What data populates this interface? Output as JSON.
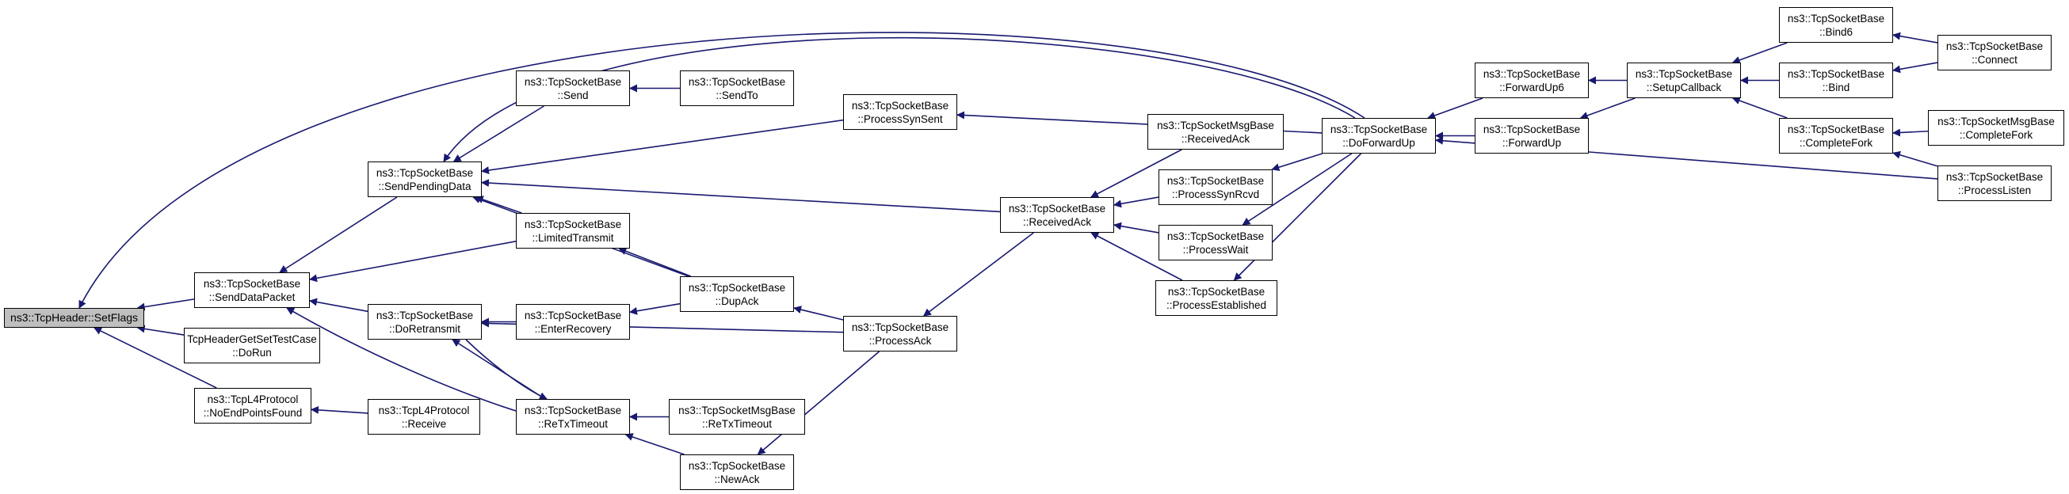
{
  "colors": {
    "edge": "#191970",
    "node_border": "#000000",
    "root_fill": "#bfbfbf",
    "node_fill": "#ffffff"
  },
  "nodes": {
    "setflags": {
      "lines": [
        "ns3::TcpHeader::SetFlags"
      ]
    },
    "senddatapacket": {
      "lines": [
        "ns3::TcpSocketBase",
        "::SendDataPacket"
      ]
    },
    "getset": {
      "lines": [
        "TcpHeaderGetSetTestCase",
        "::DoRun"
      ]
    },
    "noendpoints": {
      "lines": [
        "ns3::TcpL4Protocol",
        "::NoEndPointsFound"
      ]
    },
    "sendpending": {
      "lines": [
        "ns3::TcpSocketBase",
        "::SendPendingData"
      ]
    },
    "doretransmit": {
      "lines": [
        "ns3::TcpSocketBase",
        "::DoRetransmit"
      ]
    },
    "l4receive": {
      "lines": [
        "ns3::TcpL4Protocol",
        "::Receive"
      ]
    },
    "send": {
      "lines": [
        "ns3::TcpSocketBase",
        "::Send"
      ]
    },
    "limited": {
      "lines": [
        "ns3::TcpSocketBase",
        "::LimitedTransmit"
      ]
    },
    "enterrecovery": {
      "lines": [
        "ns3::TcpSocketBase",
        "::EnterRecovery"
      ]
    },
    "retxtimeout": {
      "lines": [
        "ns3::TcpSocketBase",
        "::ReTxTimeout"
      ]
    },
    "sendto": {
      "lines": [
        "ns3::TcpSocketBase",
        "::SendTo"
      ]
    },
    "dupack": {
      "lines": [
        "ns3::TcpSocketBase",
        "::DupAck"
      ]
    },
    "msgretx": {
      "lines": [
        "ns3::TcpSocketMsgBase",
        "::ReTxTimeout"
      ]
    },
    "newack": {
      "lines": [
        "ns3::TcpSocketBase",
        "::NewAck"
      ]
    },
    "synsent": {
      "lines": [
        "ns3::TcpSocketBase",
        "::ProcessSynSent"
      ]
    },
    "processack": {
      "lines": [
        "ns3::TcpSocketBase",
        "::ProcessAck"
      ]
    },
    "receivedack": {
      "lines": [
        "ns3::TcpSocketBase",
        "::ReceivedAck"
      ]
    },
    "msgreceived": {
      "lines": [
        "ns3::TcpSocketMsgBase",
        "::ReceivedAck"
      ]
    },
    "synrcvd": {
      "lines": [
        "ns3::TcpSocketBase",
        "::ProcessSynRcvd"
      ]
    },
    "wait": {
      "lines": [
        "ns3::TcpSocketBase",
        "::ProcessWait"
      ]
    },
    "established": {
      "lines": [
        "ns3::TcpSocketBase",
        "::ProcessEstablished"
      ]
    },
    "doforwardup": {
      "lines": [
        "ns3::TcpSocketBase",
        "::DoForwardUp"
      ]
    },
    "forwardup6": {
      "lines": [
        "ns3::TcpSocketBase",
        "::ForwardUp6"
      ]
    },
    "forwardup": {
      "lines": [
        "ns3::TcpSocketBase",
        "::ForwardUp"
      ]
    },
    "setupcallback": {
      "lines": [
        "ns3::TcpSocketBase",
        "::SetupCallback"
      ]
    },
    "bind6": {
      "lines": [
        "ns3::TcpSocketBase",
        "::Bind6"
      ]
    },
    "bind": {
      "lines": [
        "ns3::TcpSocketBase",
        "::Bind"
      ]
    },
    "completefork": {
      "lines": [
        "ns3::TcpSocketBase",
        "::CompleteFork"
      ]
    },
    "connect": {
      "lines": [
        "ns3::TcpSocketBase",
        "::Connect"
      ]
    },
    "msgcompletefork": {
      "lines": [
        "ns3::TcpSocketMsgBase",
        "::CompleteFork"
      ]
    },
    "processlisten": {
      "lines": [
        "ns3::TcpSocketBase",
        "::ProcessListen"
      ]
    }
  }
}
